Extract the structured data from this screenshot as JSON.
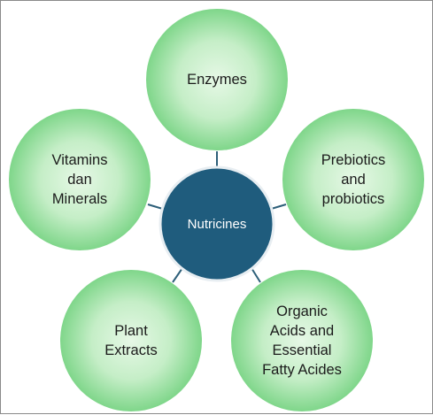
{
  "diagram": {
    "center": {
      "label": "Nutricines"
    },
    "nodes": [
      {
        "id": "enzymes",
        "label": "Enzymes"
      },
      {
        "id": "prebiotics",
        "label": "Prebiotics\nand\nprobiotics"
      },
      {
        "id": "organic-acids",
        "label": "Organic\nAcids and\nEssential\nFatty Acides"
      },
      {
        "id": "plant-extracts",
        "label": "Plant\nExtracts"
      },
      {
        "id": "vitamins",
        "label": "Vitamins\ndan\nMinerals"
      }
    ]
  },
  "colors": {
    "center_fill": "#1f5c7d",
    "center_stroke": "#e8eef2",
    "node_gradient_light": "#e6f8e6",
    "node_gradient_dark": "#7fd68a",
    "connector": "#2d5f79",
    "frame_border": "#8a8a8a"
  }
}
